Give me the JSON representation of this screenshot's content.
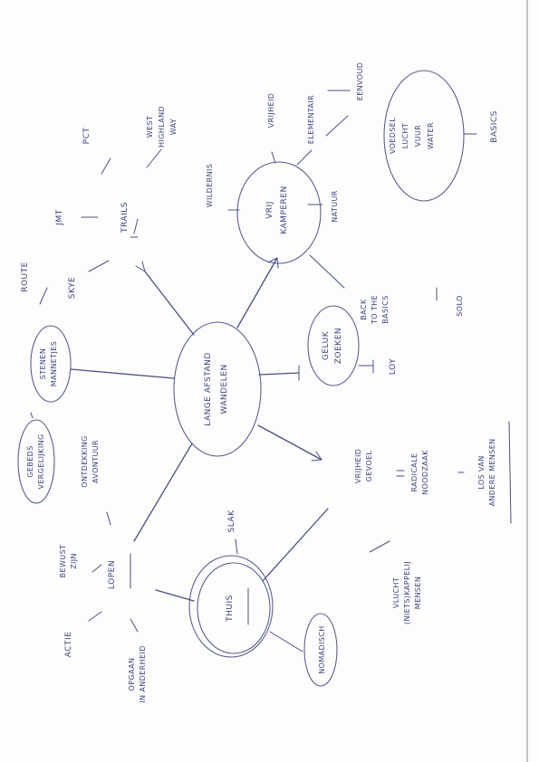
{
  "center": {
    "line1": "LANGE AFSTAND",
    "line2": "WANDELEN"
  },
  "trails": {
    "hub": "TRAILS",
    "jmt": "JMT",
    "pct": "PCT",
    "whw1": "WEST",
    "whw2": "HIGHLAND",
    "whw3": "WAY",
    "skye": "SKYE",
    "route": "ROUTE"
  },
  "kamperen": {
    "hub1": "VRIJ",
    "hub2": "KAMPEREN",
    "wildernis": "WILDERNIS",
    "vrijheid": "VRIJHEID",
    "elementair": "ELEMENTAIR",
    "eenvoud": "EENVOUD",
    "natuur": "NATUUR",
    "back1": "BACK",
    "back2": "TO THE",
    "back3": "BASICS",
    "solo": "SOLO",
    "basics_circle": [
      "VOEDSEL",
      "LUCHT",
      "VUUR",
      "WATER"
    ],
    "basics": "BASICS"
  },
  "stenen": {
    "line1": "STENEN",
    "line2": "MANNETJES"
  },
  "geluk": {
    "hub1": "GELUK",
    "hub2": "ZOEKEN",
    "loy": "LOY"
  },
  "vrijheid": {
    "hub1": "VRIJHEID",
    "hub2": "GEVOEL",
    "radicale1": "RADICALE",
    "radicale2": "NOODZAAK",
    "los1": "LOS VAN",
    "los2": "ANDERE MENSEN"
  },
  "lopen": {
    "hub": "LOPEN",
    "bewust1": "BEWUST",
    "bewust2": "ZIJN",
    "actie": "ACTIE",
    "opgaan1": "OPGAAN",
    "opgaan2": "IN ANDERHEID",
    "ontdekking1": "ONTDEKKING",
    "ontdekking2": "AVONTUUR",
    "gebeds1": "GEBEDS",
    "gebeds2": "VERGELIJKING"
  },
  "thuis": {
    "hub": "THUIS",
    "slak": "SLAK",
    "nomadisch": "NOMADISCH",
    "vlucht1": "VLUCHT",
    "vlucht2": "(NIETS)KAPPELIJ",
    "vlucht3": "MENSEN"
  }
}
